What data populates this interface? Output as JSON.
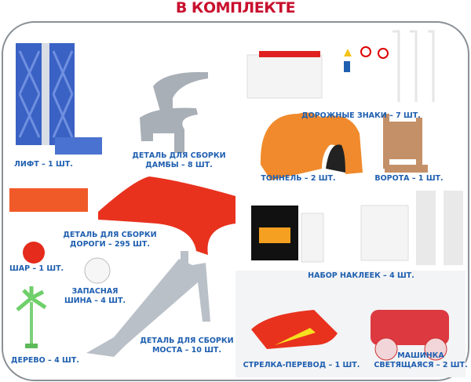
{
  "title": "В КОМПЛЕКТЕ",
  "items": {
    "lift": "ЛИФТ – 1 ШТ.",
    "dam_1": "ДЕТАЛЬ ДЛЯ СБОРКИ",
    "dam_2": "ДАМБЫ – 8 ШТ.",
    "signs": "ДОРОЖНЫЕ ЗНАКИ – 7 ШТ.",
    "tunnel": "ТОННЕЛЬ – 2 ШТ.",
    "gate": "ВОРОТА – 1 ШТ.",
    "road_1": "ДЕТАЛЬ ДЛЯ СБОРКИ",
    "road_2": "ДОРОГИ – 295 ШТ.",
    "ball": "ШАР – 1 ШТ.",
    "tire_1": "ЗАПАСНАЯ",
    "tire_2": "ШИНА – 4 ШТ.",
    "bridge_1": "ДЕТАЛЬ ДЛЯ СБОРКИ",
    "bridge_2": "МОСТА – 10 ШТ.",
    "tree": "ДЕРЕВО – 4 ШТ.",
    "stickers": "НАБОР НАКЛЕЕК – 4 ШТ.",
    "switch": "СТРЕЛКА-ПЕРЕВОД – 1 ШТ.",
    "car_1": "МАШИНКА",
    "car_2": "СВЕТЯЩАЯСЯ – 2 ШТ."
  },
  "colors": {
    "title": "#c8102e",
    "label": "#1f5fb0",
    "frame": "#8a9096"
  }
}
